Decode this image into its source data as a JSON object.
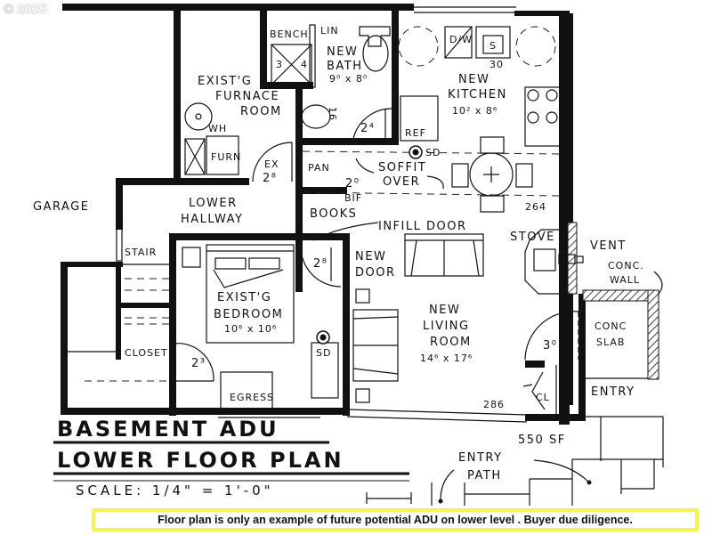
{
  "watermark": {
    "text": "© 2025"
  },
  "plan": {
    "title_line1": "BASEMENT ADU",
    "title_line2": "LOWER FLOOR PLAN",
    "scale": "SCALE: 1/4\" = 1'-0\"",
    "total_area": "550 SF",
    "rooms": {
      "bench": "BENCH",
      "lin": "LIN",
      "bath_name1": "NEW",
      "bath_name2": "BATH",
      "bath_dims": "9⁰ x 8⁰",
      "shower_3": "3",
      "shower_4": "4",
      "kitchen_name1": "NEW",
      "kitchen_name2": "KITCHEN",
      "kitchen_dims": "10² x 8⁶",
      "kitchen_30": "30",
      "dw": "D/W",
      "sink": "S",
      "ref": "REF",
      "furnace1": "EXIST'G",
      "furnace2": "FURNACE",
      "furnace3": "ROOM",
      "wh": "WH",
      "furn": "FURN",
      "pan": "PAN",
      "ex_door": "EX",
      "ex_door_size": "2⁸",
      "door_24": "2⁴",
      "door_20": "2⁰",
      "bif": "BIF",
      "books": "BOOKS",
      "soffit1": "SOFFIT",
      "soffit2": "OVER",
      "sd": "SD",
      "garage": "GARAGE",
      "lower1": "LOWER",
      "lower2": "HALLWAY",
      "stair": "STAIR",
      "closet": "CLOSET",
      "closet_door": "2³",
      "infill": "INFILL DOOR",
      "new_door1": "NEW",
      "new_door2": "DOOR",
      "bedroom_door": "2⁸",
      "bedroom1": "EXIST'G",
      "bedroom2": "BEDROOM",
      "bedroom_dims": "10⁶ x 10⁶",
      "egress": "EGRESS",
      "living1": "NEW",
      "living2": "LIVING",
      "living3": "ROOM",
      "living_dims": "14⁶ x 17⁶",
      "stove": "STOVE",
      "vent": "VENT",
      "conc_wall1": "CONC.",
      "conc_wall2": "WALL",
      "conc_slab1": "CONC",
      "conc_slab2": "SLAB",
      "door_30": "3⁰",
      "entry": "ENTRY",
      "cl": "CL",
      "win_264": "264",
      "win_286": "286",
      "wall_16": "16",
      "entry_path1": "ENTRY",
      "entry_path2": "PATH"
    }
  },
  "disclaimer": {
    "text": "Floor plan is only an example of future potential ADU on lower level . Buyer due diligence."
  },
  "colors": {
    "highlight_border": "#f4f35a",
    "ink": "#111111",
    "background": "#ffffff"
  }
}
